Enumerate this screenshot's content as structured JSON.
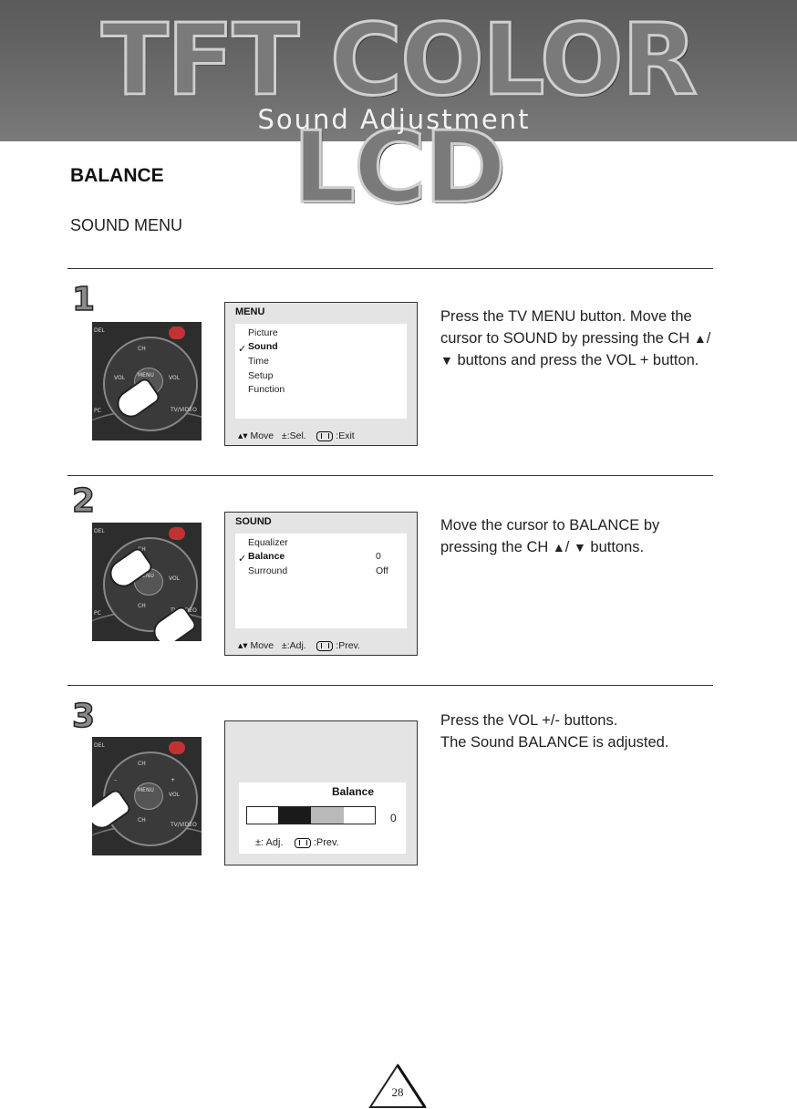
{
  "header": {
    "logo_text": "TFT COLOR LCD",
    "subtitle": "Sound Adjustment"
  },
  "section": {
    "title": "BALANCE",
    "subtitle": "SOUND MENU"
  },
  "remote": {
    "labels": {
      "model": "DEL",
      "ch": "CH",
      "vol": "VOL",
      "menu": "MENU",
      "pc": "PC",
      "tv_video": "TV/VIDEO",
      "minus": "–",
      "plus": "+"
    }
  },
  "steps": [
    {
      "number": "1",
      "osd": {
        "title": "MENU",
        "items": [
          "Picture",
          "Sound",
          "Time",
          "Setup",
          "Function"
        ],
        "selected_index": 1,
        "footer": {
          "move": "Move",
          "sel": ":Sel.",
          "exit": ":Exit"
        }
      },
      "description": {
        "line1": "Press the TV MENU button. Move the",
        "line2a": "cursor to SOUND by pressing the CH",
        "line2b": "/",
        "line3": "buttons and press the VOL + button."
      }
    },
    {
      "number": "2",
      "osd": {
        "title": "SOUND",
        "items": [
          "Equalizer",
          "Balance",
          "Surround"
        ],
        "values": [
          "",
          "0",
          "Off"
        ],
        "selected_index": 1,
        "footer": {
          "move": "Move",
          "adj": ":Adj.",
          "prev": ":Prev."
        }
      },
      "description": {
        "line1": "Move the cursor to BALANCE by",
        "line2a": "pressing the CH",
        "line2b": "/",
        "line2c": "buttons."
      }
    },
    {
      "number": "3",
      "osd": {
        "title": "Balance",
        "value": "0",
        "bar_position": 0.5,
        "footer": {
          "adj": ": Adj.",
          "prev": ":Prev."
        }
      },
      "description": {
        "line1": "Press the VOL +/- buttons.",
        "line2": "The Sound BALANCE is adjusted."
      }
    }
  ],
  "page_number": "28",
  "icons": {
    "up": "▲",
    "down": "▼",
    "updown": "▴▾",
    "plusminus": "±",
    "check": "✓"
  }
}
